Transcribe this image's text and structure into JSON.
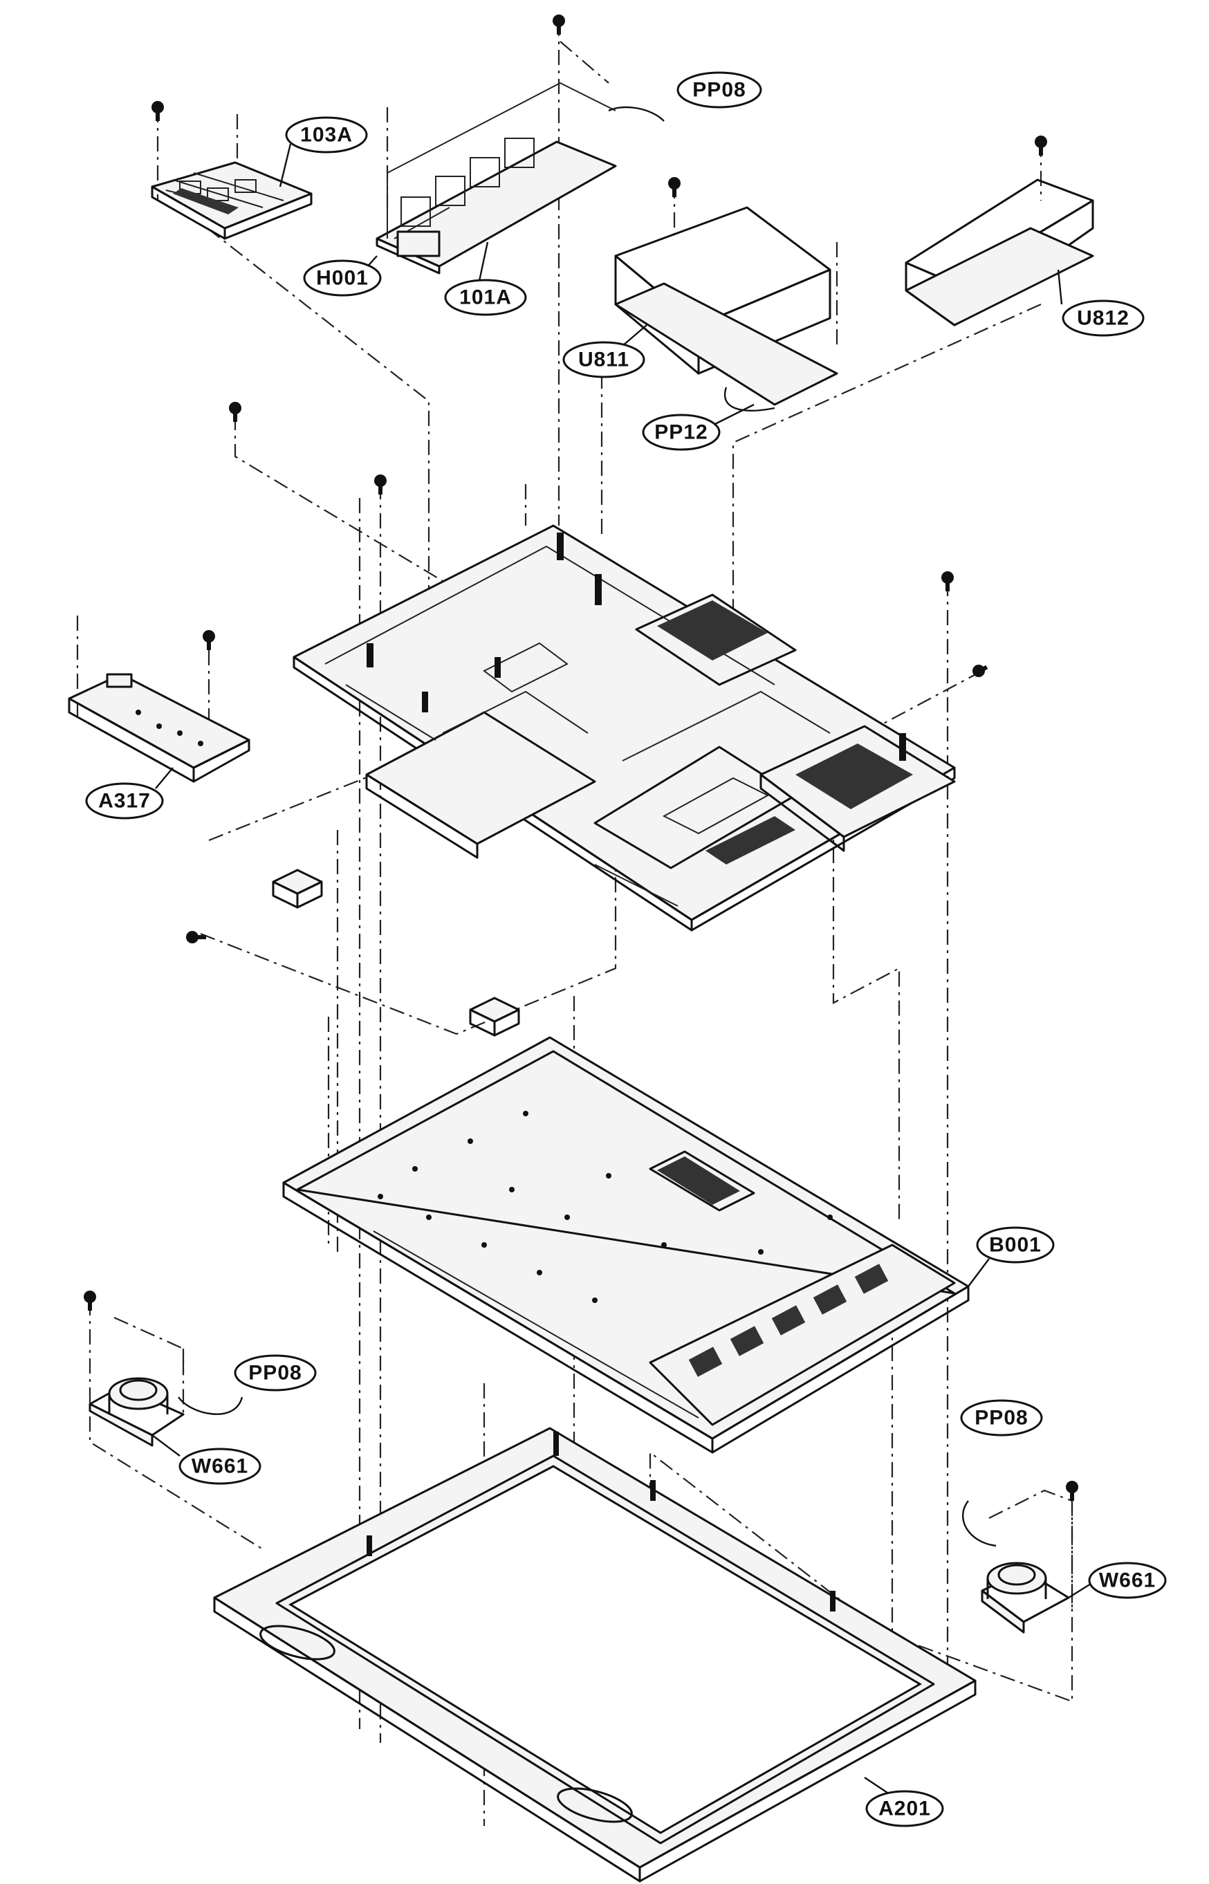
{
  "callouts": {
    "c103a": "103A",
    "pp08_top": "PP08",
    "h001": "H001",
    "c101a": "101A",
    "u811": "U811",
    "u812": "U812",
    "pp12": "PP12",
    "a317": "A317",
    "b001": "B001",
    "pp08_left": "PP08",
    "w661_left": "W661",
    "pp08_right": "PP08",
    "w661_right": "W661",
    "a201": "A201"
  }
}
